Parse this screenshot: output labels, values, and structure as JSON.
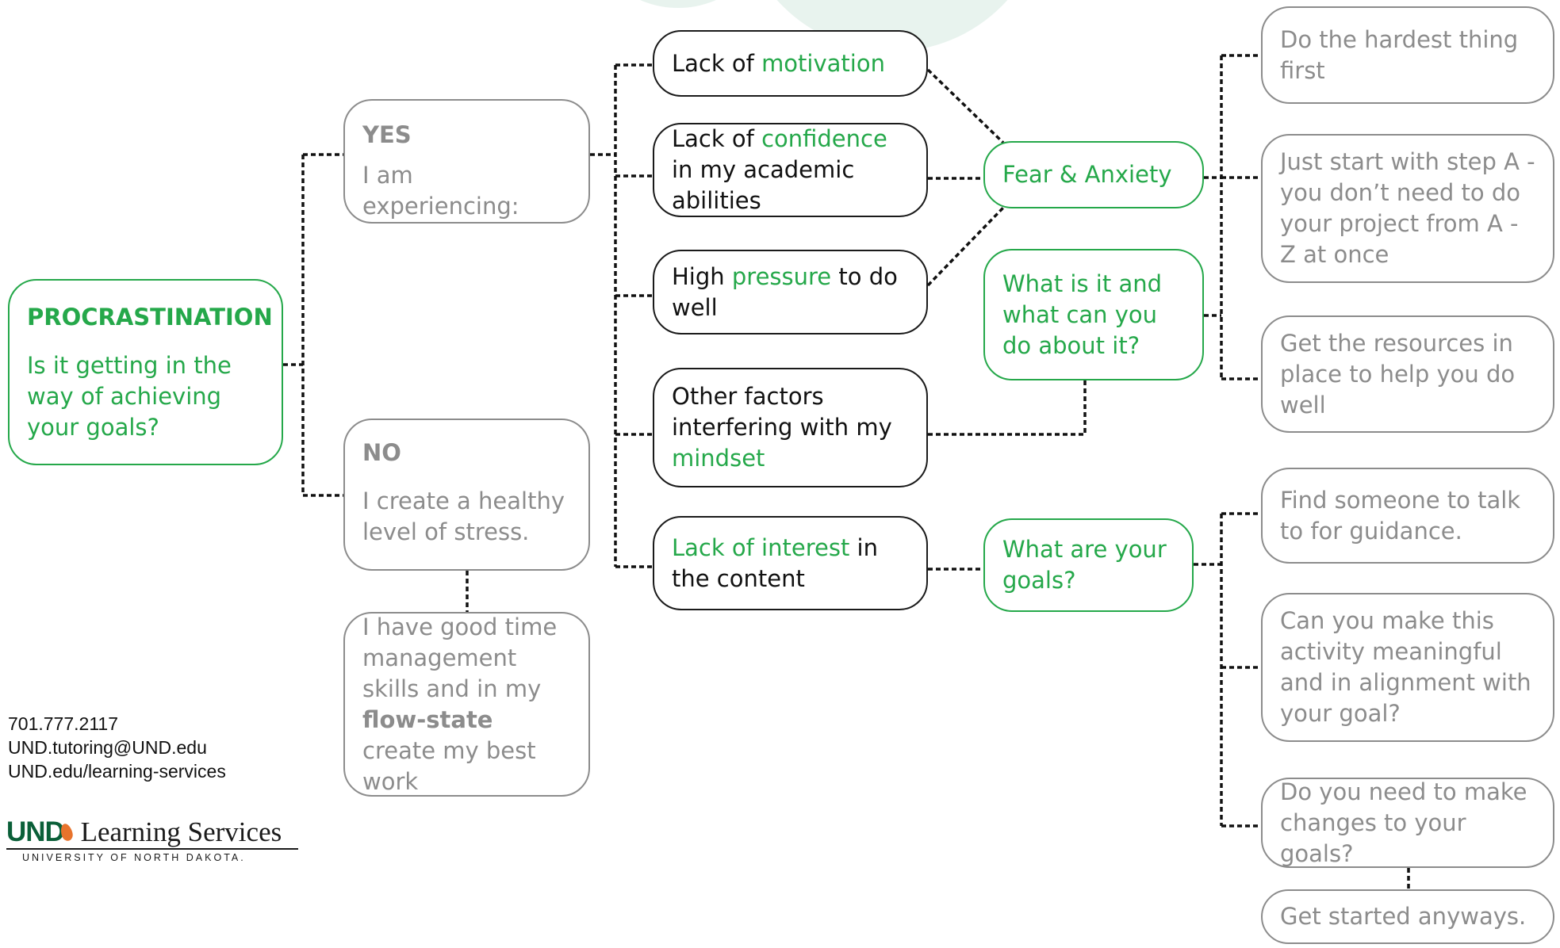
{
  "colors": {
    "green": "#25a84a",
    "dark": "#1a1a1a",
    "gray": "#8c8c8c",
    "decor": "#e8f3ee"
  },
  "root": {
    "title": "PROCRASTINATION",
    "question": "Is it getting in the way of achieving your goals?"
  },
  "yes": {
    "title": "YES",
    "text": "I am experiencing:"
  },
  "no": {
    "title": "NO",
    "text": "I create a healthy level of stress."
  },
  "flow": {
    "t1": "I have good time management skills and in my",
    "bold": "flow-state",
    "t2": "create my best work"
  },
  "causes": {
    "motivation": {
      "pre": "Lack of",
      "hl": "motivation",
      "post": ""
    },
    "confidence": {
      "pre": "Lack of",
      "hl": "confidence",
      "post": "in my academic abilities"
    },
    "pressure": {
      "pre": "High",
      "hl": "pressure",
      "post": "to do well"
    },
    "other": {
      "pre": "Other factors interfering with my",
      "hl": "mindset",
      "post": ""
    },
    "interest": {
      "pre": "",
      "hl": "Lack of interest",
      "post": "in the content"
    }
  },
  "fear": "Fear & Anxiety",
  "what_is_it": "What is it and what can you do about it?",
  "goals": "What are your goals?",
  "tips": {
    "hardest": "Do the hardest thing first",
    "step_a": "Just start with step A - you don’t need to do your project from A - Z at once",
    "resources": "Get the resources in place to help you do well",
    "someone": "Find someone to talk to for guidance.",
    "meaningful": "Can you make this activity meaningful and in alignment with your goal?",
    "changes": "Do you need to make changes to your goals?",
    "started": "Get started anyways."
  },
  "contact": {
    "phone": "701.777.2117",
    "email": "UND.tutoring@UND.edu",
    "web": "UND.edu/learning-services"
  },
  "logo": {
    "und": "UND",
    "learning": "Learning",
    "services": "Services",
    "sub": "UNIVERSITY OF NORTH DAKOTA."
  }
}
